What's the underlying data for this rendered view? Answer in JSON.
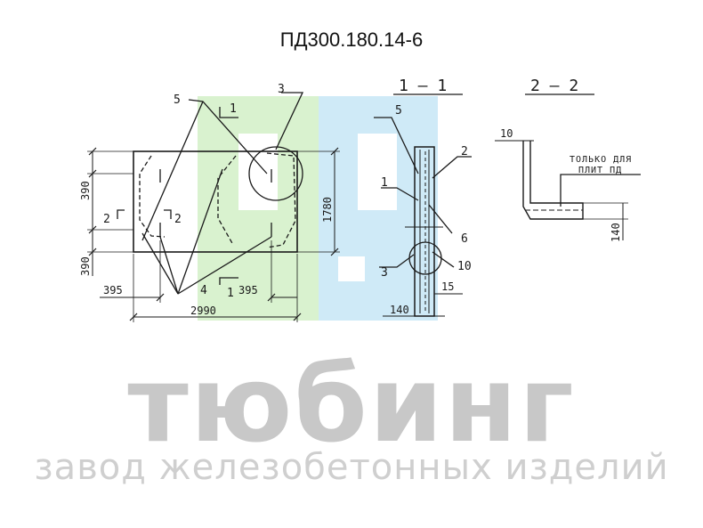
{
  "title": "ПД300.180.14-6",
  "sections": {
    "s1": "1 — 1",
    "s2": "2 — 2"
  },
  "plan": {
    "dim_width": "2990",
    "dim_height": "1780",
    "dim_left_offset": "395",
    "dim_right_offset": "395",
    "dim_top_edge": "390",
    "dim_bottom_edge": "390",
    "cut_mark_1_top": "1",
    "cut_mark_1_bottom": "1",
    "cut_mark_2_left": "2",
    "cut_mark_2_right": "2",
    "callout_5": "5",
    "callout_3": "3",
    "callout_4": "4"
  },
  "section_1": {
    "callout_5": "5",
    "callout_2": "2",
    "callout_1": "1",
    "callout_6": "6",
    "callout_3": "3",
    "callout_10": "10",
    "dim_15": "15",
    "dim_thickness": "140"
  },
  "section_2": {
    "dim_top": "10",
    "note_line1": "ТОЛЬКО ДЛЯ",
    "note_line2": "ПЛИТ ПД",
    "dim_thickness": "140"
  },
  "brand": {
    "name": "тюбинг",
    "tagline": "завод железобетонных изделий",
    "text_color": "#c8c8c8",
    "tagline_color": "#cfcfcf",
    "logo_green": "#d9f2cf",
    "logo_blue": "#cfeaf7"
  }
}
